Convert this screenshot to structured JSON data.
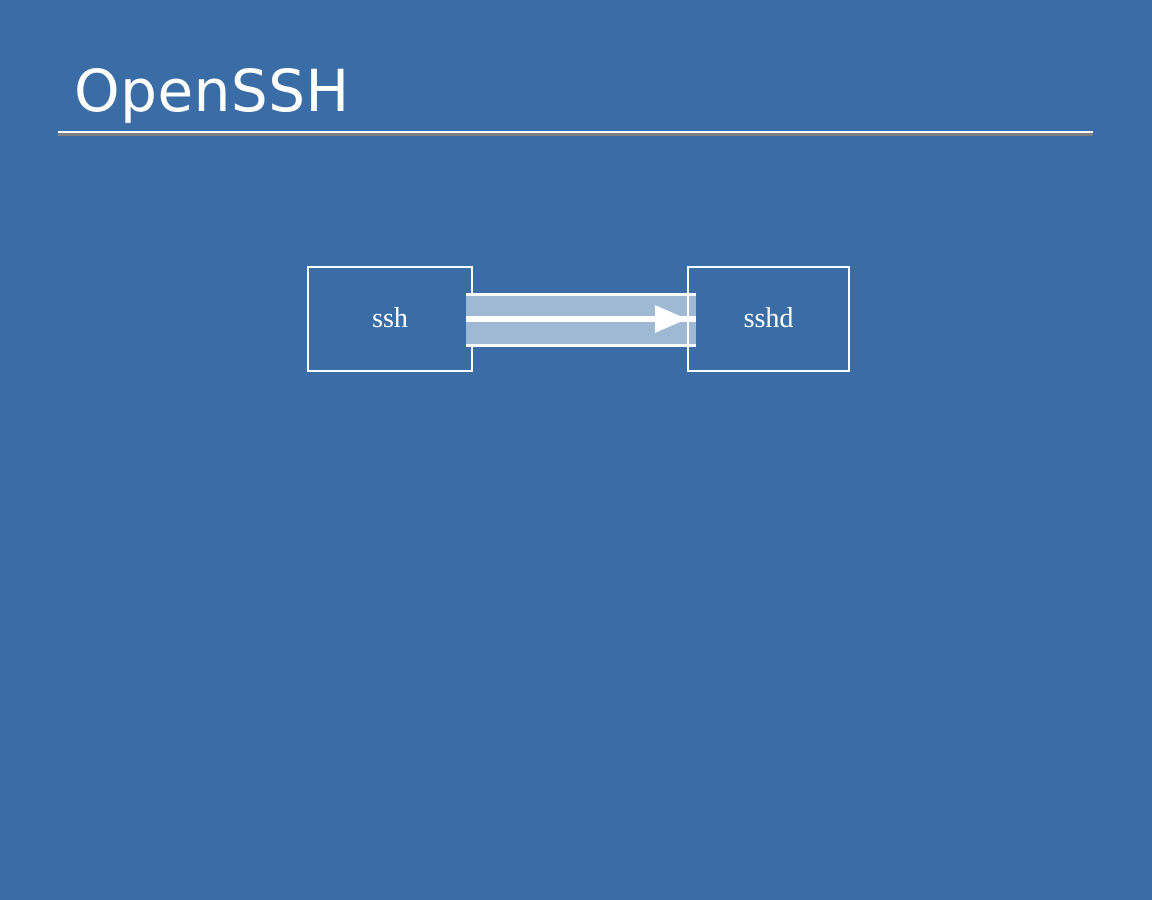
{
  "slide": {
    "title": "OpenSSH",
    "background_color": "#3a6da5",
    "title_color": "#ffffff",
    "rule": {
      "highlight_color": "#ffffff",
      "shadow_color": "#7f7f7f"
    }
  },
  "diagram": {
    "type": "flow",
    "accent_color": "#9fb8d4",
    "stroke_color": "#ffffff",
    "nodes": [
      {
        "id": "ssh",
        "label": "ssh"
      },
      {
        "id": "sshd",
        "label": "sshd"
      }
    ],
    "connections": [
      {
        "from": "ssh",
        "to": "sshd",
        "direction": "right",
        "channels": 2,
        "arrow": "arrow-right-icon"
      }
    ]
  }
}
